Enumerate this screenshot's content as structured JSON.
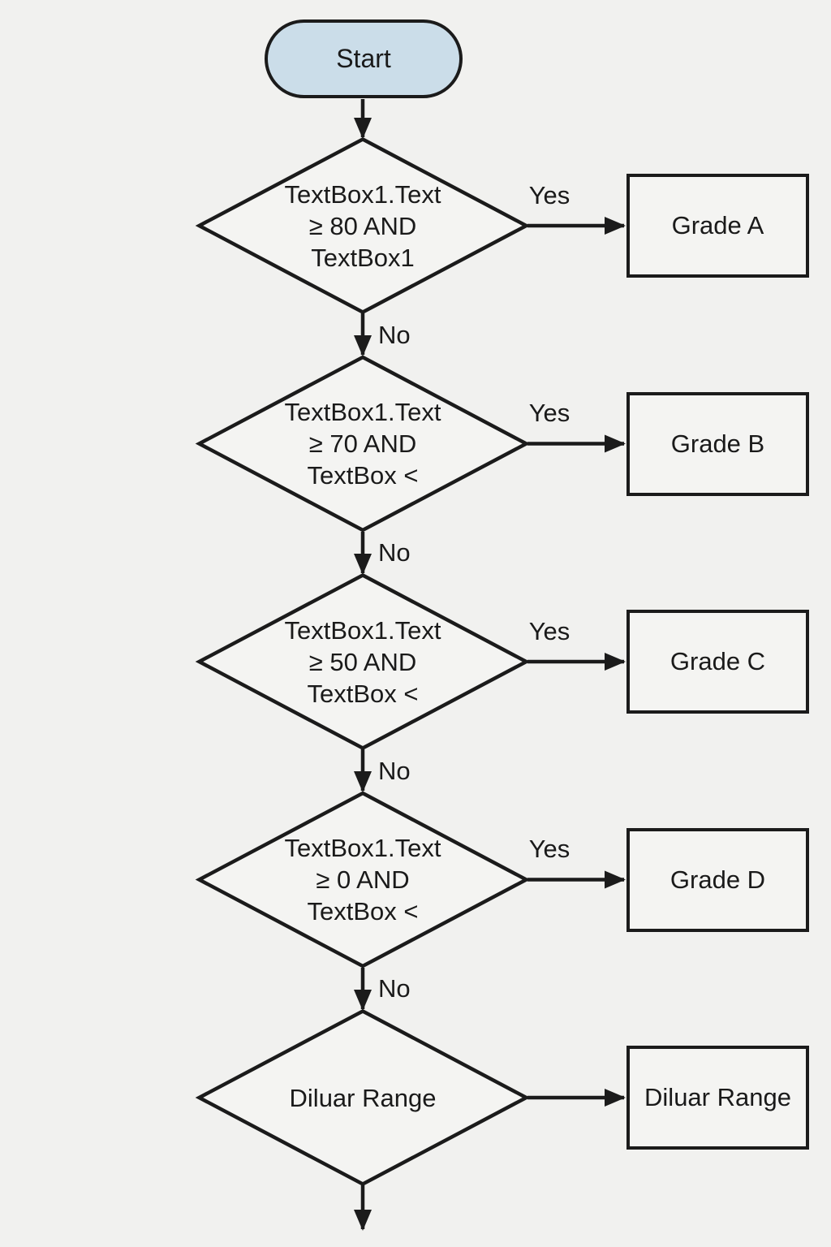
{
  "flowchart": {
    "start_label": "Start",
    "steps": [
      {
        "condition": "TextBox1.Text\n≥ 80 AND\nTextBox1",
        "yes": "Yes",
        "no": "No",
        "result": "Grade A"
      },
      {
        "condition": "TextBox1.Text\n≥ 70 AND\nTextBox <",
        "yes": "Yes",
        "no": "No",
        "result": "Grade B"
      },
      {
        "condition": "TextBox1.Text\n≥ 50 AND\nTextBox <",
        "yes": "Yes",
        "no": "No",
        "result": "Grade C"
      },
      {
        "condition": "TextBox1.Text\n≥ 0 AND\nTextBox <",
        "yes": "Yes",
        "no": "No",
        "result": "Grade D"
      },
      {
        "condition": "Diluar Range",
        "result": "Diluar Range"
      }
    ],
    "colors": {
      "background": "#f1f1ef",
      "shape_fill": "#f4f4f2",
      "start_fill": "#cbdde9",
      "stroke": "#1b1b1b"
    }
  }
}
